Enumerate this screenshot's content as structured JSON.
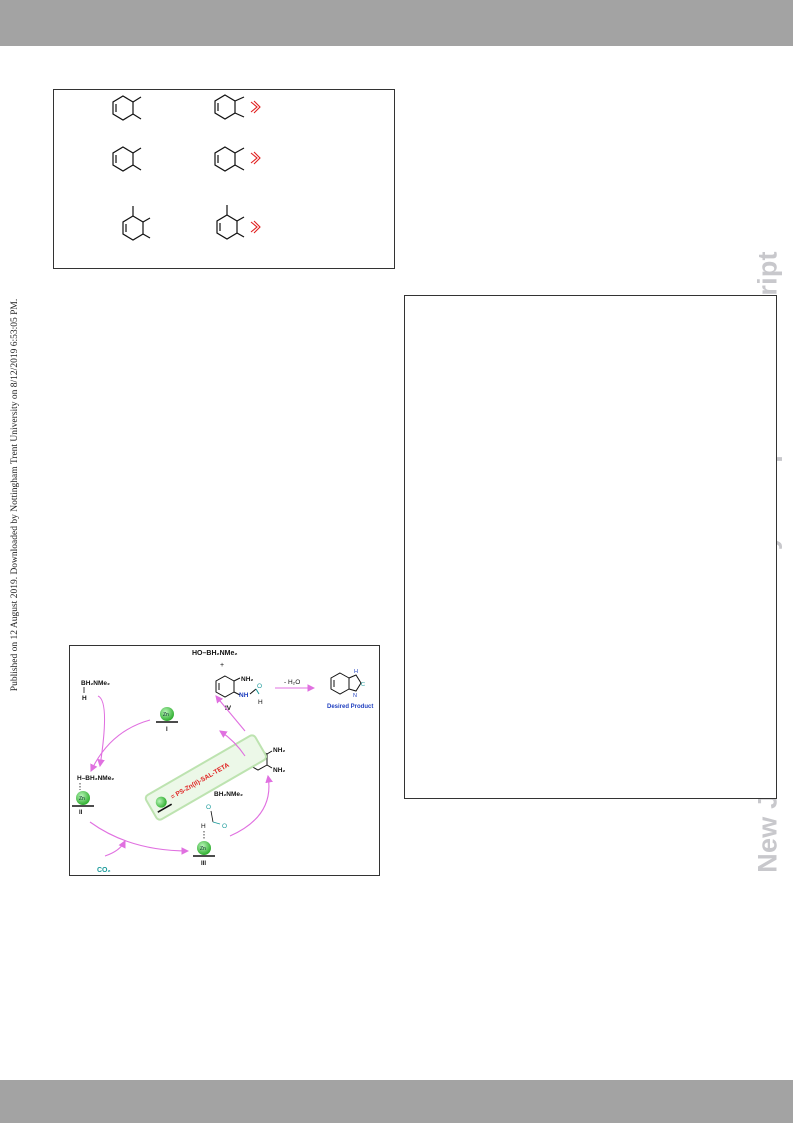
{
  "header": {
    "bar_color": "#a3a3a3"
  },
  "footer": {
    "bar_color": "#a3a3a3"
  },
  "side_note": "Published on 12 August 2019. Downloaded by Nottingham Trent University on 8/12/2019 6:53:05 PM.",
  "watermark": "New Journal of Chemistry Accepted Manuscript",
  "scheme": {
    "reagent_top": "HO–BH₂NMe₂",
    "plus": "+",
    "nh2": "NH₂",
    "nh": "NH",
    "o_atom": "O",
    "h_atom": "H",
    "intermediate_iv": "IV",
    "minus_water": "- H₂O",
    "ring_nh": "H",
    "ring_n": "N",
    "ring_c": "C",
    "desired_product": "Desired Product",
    "borane": "BH₂NMe₂",
    "borane_h": "H",
    "zn": "Zn",
    "label_i": "I",
    "label_ii": "II",
    "label_iii": "III",
    "hb_label": "H–BH₂NMe₂",
    "catalyst_label": "= PS-Zn(II)-SAL-TETA",
    "diamine_nh2_a": "NH₂",
    "diamine_nh2_b": "NH₂",
    "formate_borane": "BH₂NMe₂",
    "formate_o1": "O",
    "formate_o2": "O",
    "formate_h": "H",
    "co2": "CO₂"
  },
  "colors": {
    "arrow": "#e070e0",
    "zn_ball": "#3fbf3f",
    "red_mark": "#e02020",
    "product_blue": "#1f3fbf",
    "co2_teal": "#1a9a9a"
  }
}
